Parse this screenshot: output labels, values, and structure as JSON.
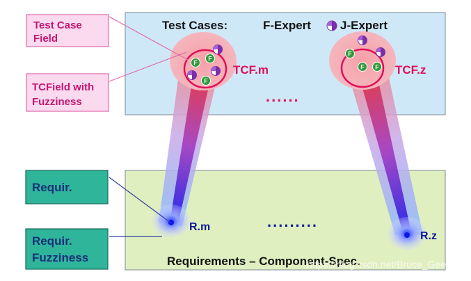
{
  "testcases": {
    "title": "Test Cases:",
    "f_expert": "F-Expert",
    "j_expert": "J-Expert",
    "ellipsis": "......",
    "fields": [
      {
        "name": "TCF.m"
      },
      {
        "name": "TCF.z"
      }
    ]
  },
  "requirements": {
    "title": "Requirements – Component-Spec.",
    "ellipsis": ".........",
    "points": [
      {
        "name": "R.m"
      },
      {
        "name": "R.z"
      }
    ]
  },
  "legend": {
    "test_case_field": [
      "Test Case",
      "Field"
    ],
    "tcfield_fuzziness": [
      "TCField with",
      "Fuzziness"
    ],
    "requir": "Requir.",
    "requir_fuzziness": [
      "Requir.",
      "Fuzziness"
    ]
  },
  "icons": {
    "f_glyph": "F",
    "j_glyph": "J"
  },
  "watermark": "https://blog.csdn.net/Bruce_Gee",
  "colors": {
    "testcase_bg": "#cfe8f8",
    "requirement_bg": "#e0efbf",
    "pink_box_bg": "#fbd9ef",
    "pink_box_border": "#e06aa8",
    "teal_box_bg": "#2fb59a",
    "teal_box_text": "#17307a",
    "red_accent": "#e0105a",
    "f_icon": "#2e9a3a",
    "j_icon": "#7a2ea8"
  }
}
